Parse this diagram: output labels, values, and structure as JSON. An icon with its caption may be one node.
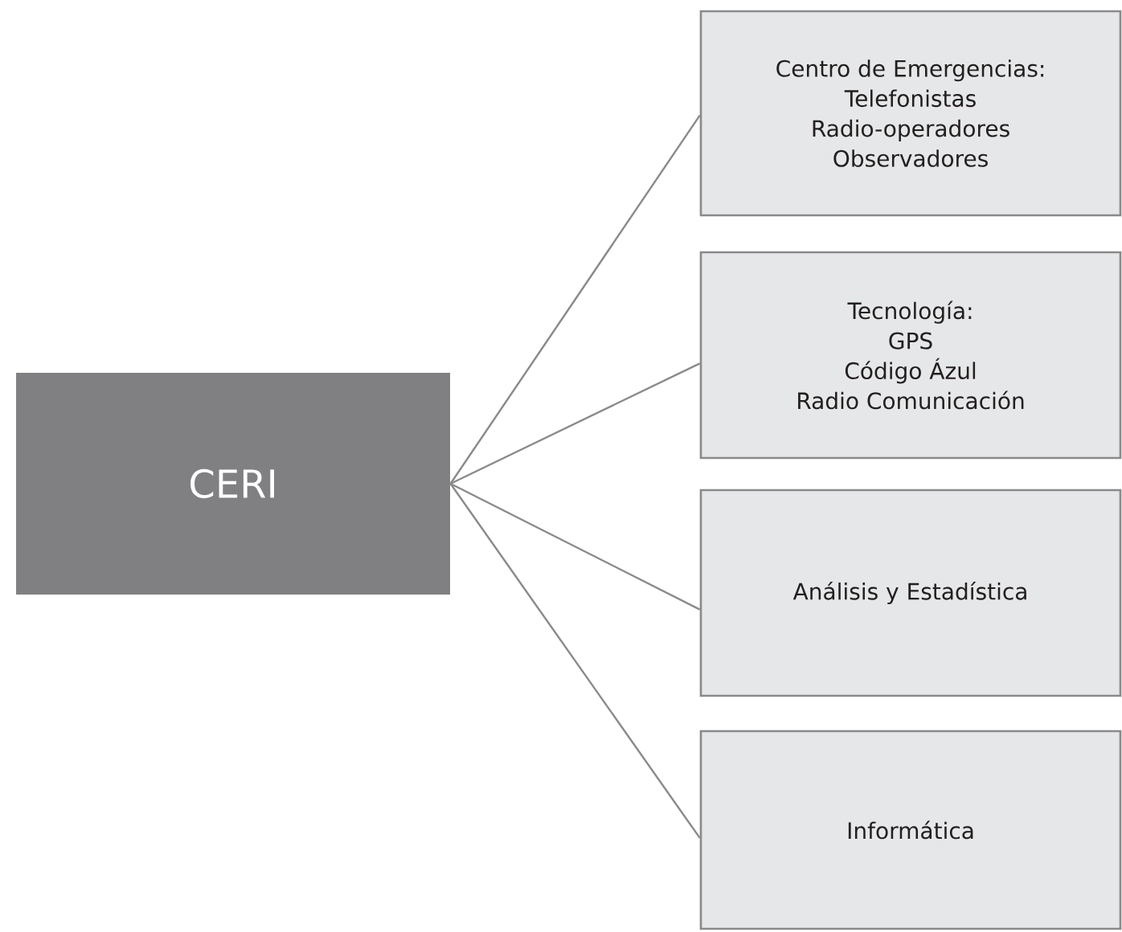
{
  "diagram": {
    "nodes": [
      {
        "text": [
          "CERI"
        ]
      },
      {
        "text": [
          "Centro de Emergencias:",
          "Telefonistas",
          "Radio-operadores",
          "Observadores"
        ]
      },
      {
        "text": [
          "Tecnología:",
          "GPS",
          "Código Ázul",
          "Radio Comunicación"
        ]
      },
      {
        "text": [
          "Análisis y Estadística"
        ]
      },
      {
        "text": [
          "Informática"
        ]
      }
    ],
    "edges": [
      {
        "from": 0,
        "to": 1,
        "arrow": "none"
      },
      {
        "from": 0,
        "to": 2,
        "arrow": "none"
      },
      {
        "from": 0,
        "to": 3,
        "arrow": "none"
      },
      {
        "from": 0,
        "to": 4,
        "arrow": "none"
      }
    ]
  }
}
